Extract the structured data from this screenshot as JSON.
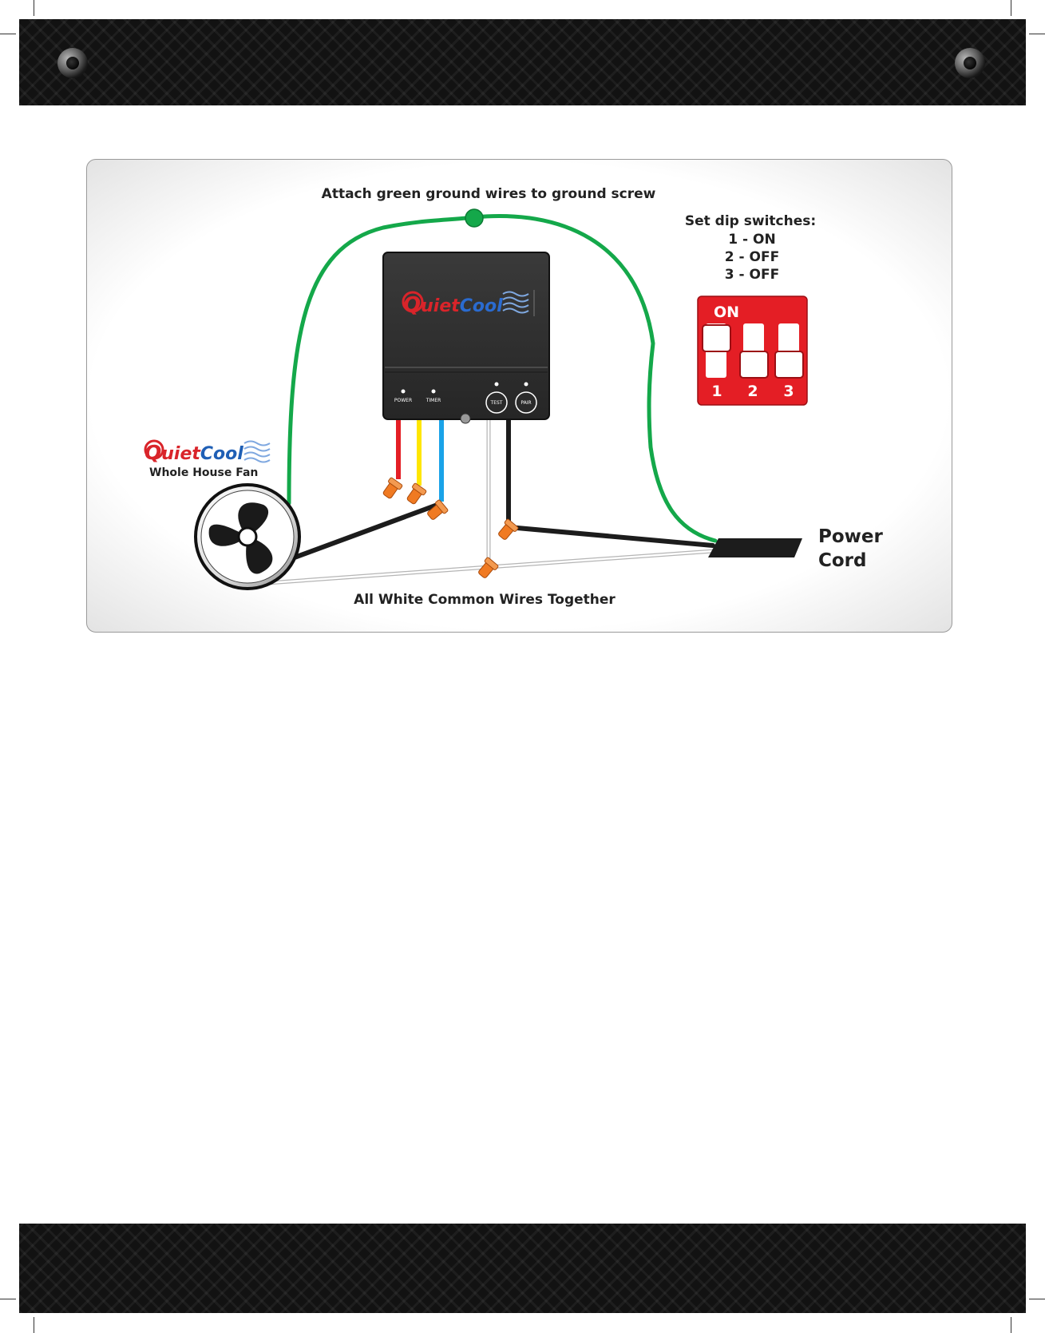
{
  "diagram": {
    "ground_label": "Attach green ground wires to ground screw",
    "dip": {
      "heading": "Set dip switches:",
      "lines": [
        "1 - ON",
        "2 - OFF",
        "3 - OFF"
      ],
      "switch_label_on": "ON",
      "switch_numbers": [
        "1",
        "2",
        "3"
      ],
      "states": [
        "on",
        "off",
        "off"
      ]
    },
    "controller": {
      "brand_part1": "Q",
      "brand_part2": "uiet",
      "brand_part3": "Cool",
      "indicators": [
        "POWER",
        "TIMER"
      ],
      "buttons": [
        "TEST",
        "PAIR"
      ]
    },
    "fan_logo": {
      "brand_part1": "Q",
      "brand_part2": "uiet",
      "brand_part3": "Cool",
      "caption": "Whole House Fan"
    },
    "power_cord_line1": "Power",
    "power_cord_line2": "Cord",
    "white_wires_label": "All White Common Wires Together"
  },
  "colors": {
    "ground_wire": "#14a84a",
    "red_wire": "#e41e25",
    "yellow_wire": "#ffe600",
    "blue_wire": "#1aa3e8",
    "black_wire": "#1c1c1c",
    "wire_nut": "#f07a22",
    "dip_switch_body": "#e41e25",
    "brand_red": "#d9242a",
    "brand_blue": "#1f5fb5"
  }
}
